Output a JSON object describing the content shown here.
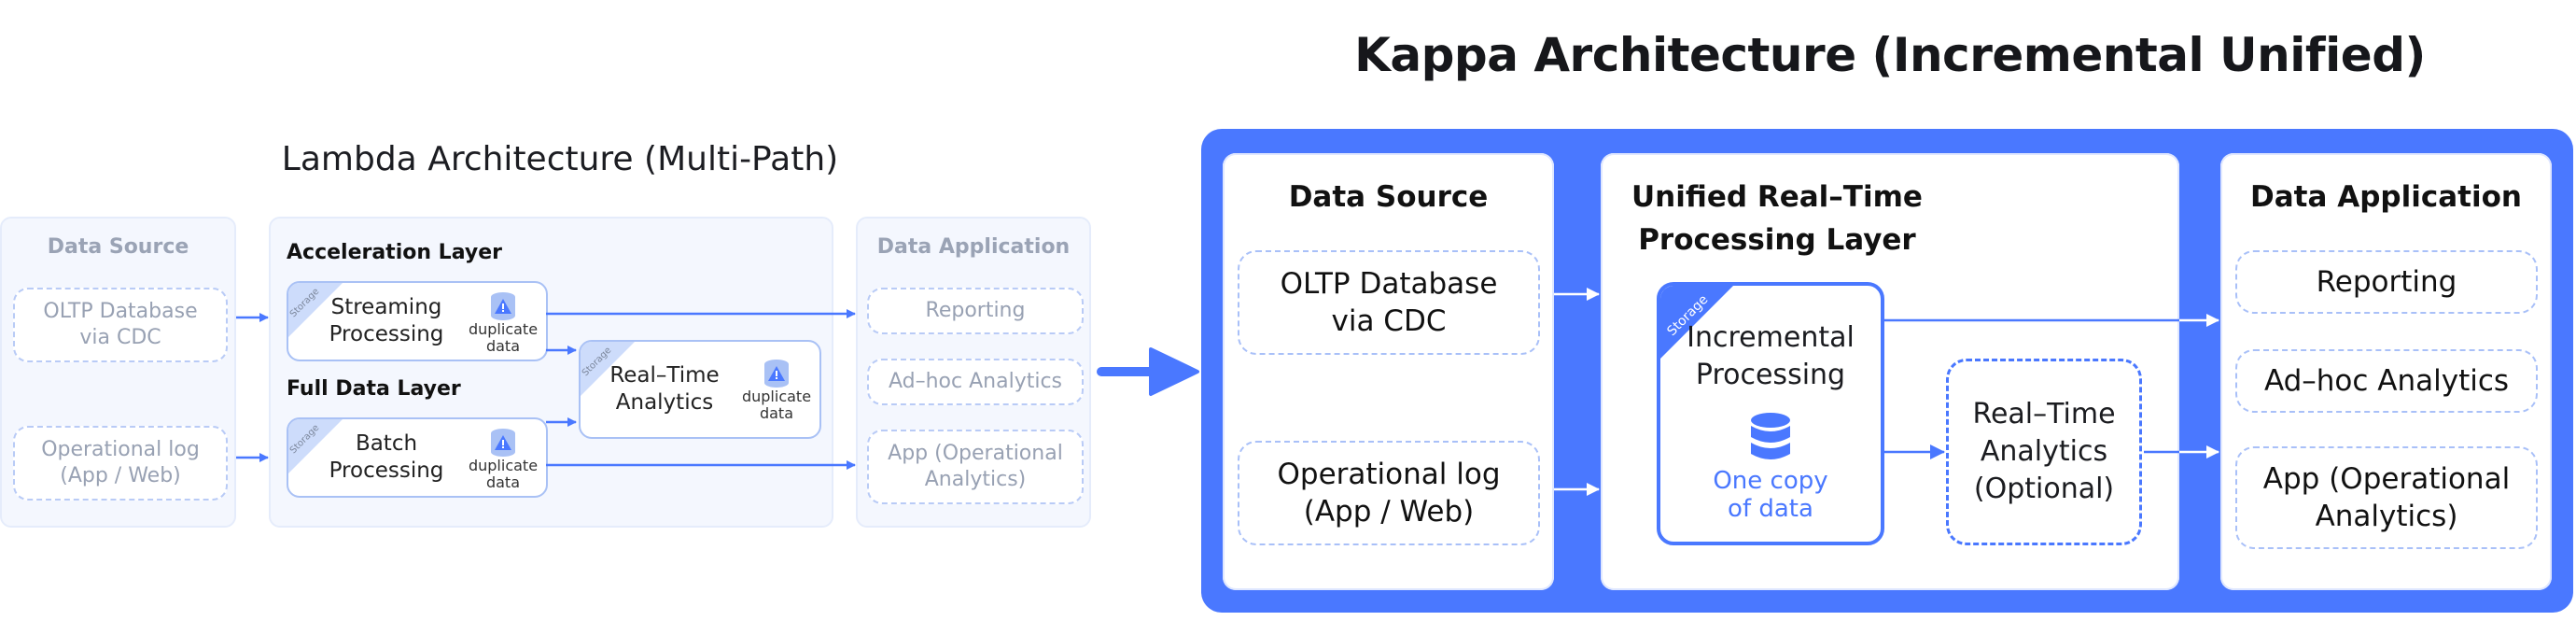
{
  "lambda": {
    "title": "Lambda Architecture (Multi-Path)",
    "data_source": {
      "heading": "Data Source",
      "items": [
        {
          "line1": "OLTP Database",
          "line2": "via CDC"
        },
        {
          "line1": "Operational log",
          "line2": "(App / Web)"
        }
      ]
    },
    "processing": {
      "acceleration_heading": "Acceleration Layer",
      "full_data_heading": "Full Data Layer",
      "storage_tag": "Storage",
      "streaming": {
        "line1": "Streaming",
        "line2": "Processing",
        "note1": "duplicate",
        "note2": "data"
      },
      "batch": {
        "line1": "Batch",
        "line2": "Processing",
        "note1": "duplicate",
        "note2": "data"
      },
      "realtime": {
        "line1": "Real–Time",
        "line2": "Analytics",
        "note1": "duplicate",
        "note2": "data"
      }
    },
    "data_application": {
      "heading": "Data Application",
      "items": [
        {
          "line1": "Reporting",
          "line2": ""
        },
        {
          "line1": "Ad–hoc Analytics",
          "line2": ""
        },
        {
          "line1": "App (Operational",
          "line2": "Analytics)"
        }
      ]
    }
  },
  "kappa": {
    "title": "Kappa Architecture (Incremental Unified)",
    "data_source": {
      "heading": "Data Source",
      "items": [
        {
          "line1": "OLTP Database",
          "line2": "via CDC"
        },
        {
          "line1": "Operational log",
          "line2": "(App / Web)"
        }
      ]
    },
    "processing": {
      "heading_line1": "Unified Real–Time",
      "heading_line2": "Processing Layer",
      "storage_tag": "Storage",
      "incremental": {
        "line1": "Incremental",
        "line2": "Processing",
        "note1": "One copy",
        "note2": "of data"
      },
      "realtime": {
        "line1": "Real–Time",
        "line2": "Analytics",
        "line3": "(Optional)"
      }
    },
    "data_application": {
      "heading": "Data Application",
      "items": [
        {
          "line1": "Reporting",
          "line2": ""
        },
        {
          "line1": "Ad–hoc Analytics",
          "line2": ""
        },
        {
          "line1": "App (Operational",
          "line2": "Analytics)"
        }
      ]
    }
  },
  "colors": {
    "accent": "#4a78ff",
    "muted_text": "#98a1b3",
    "panel_bg": "#f4f7fe"
  },
  "icons": {
    "duplicate_storage": "database-warning-icon",
    "single_storage": "database-icon",
    "transition_arrow": "arrow-right-icon"
  }
}
